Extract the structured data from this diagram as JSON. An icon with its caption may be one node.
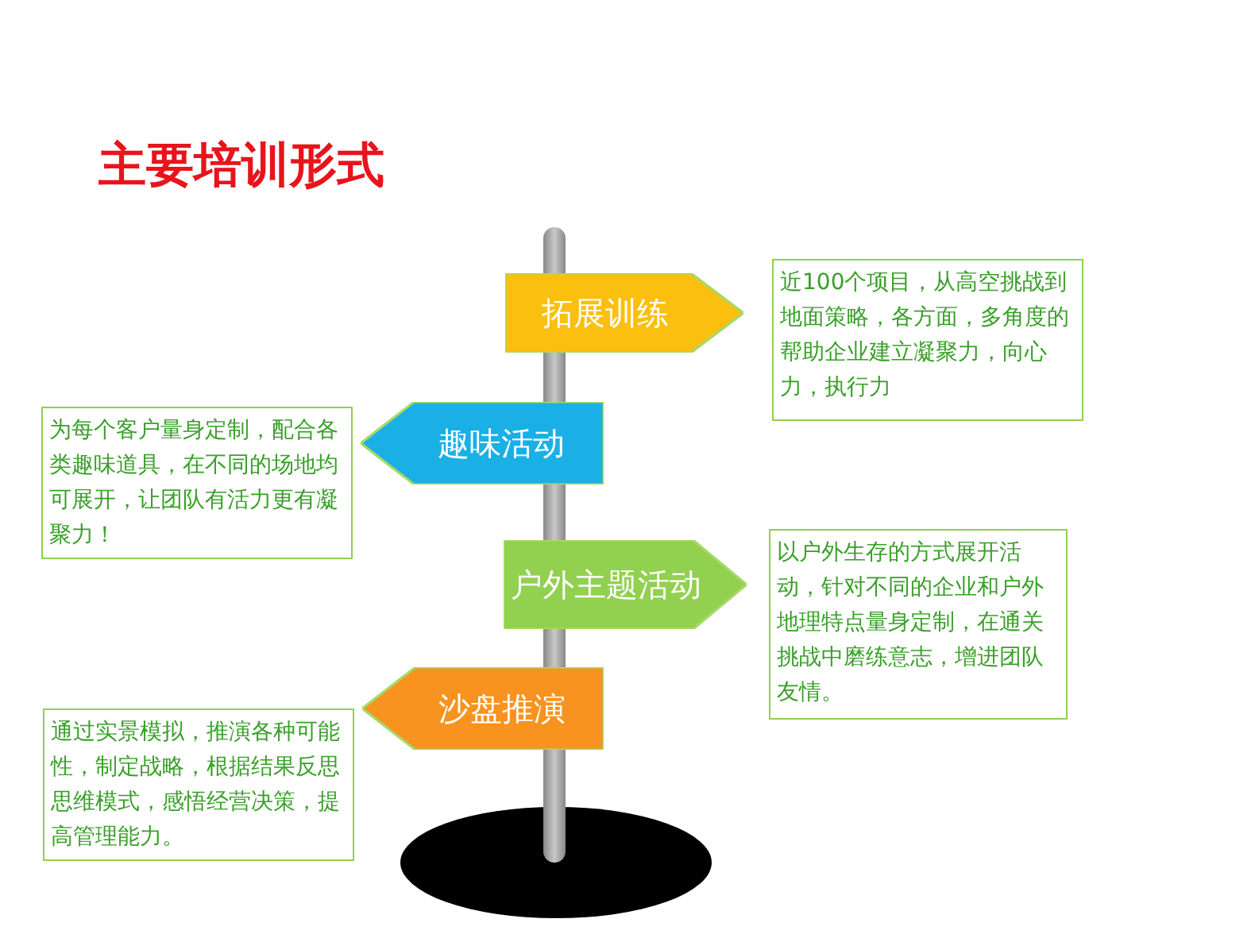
{
  "diagram": {
    "title": "主要培训形式",
    "nodes": [
      {
        "text": [
          "拓展训练"
        ]
      },
      {
        "text": [
          "近100个项目，从高空挑战到地面策略，各方面，多角度的帮助企业建立凝聚力，向心力，执行力"
        ]
      },
      {
        "text": [
          "趣味活动"
        ]
      },
      {
        "text": [
          "为每个客户量身定制，配合各类趣味道具，在不同的场地均可展开，让团队有活力更有凝聚力！"
        ]
      },
      {
        "text": [
          "户外主题活动"
        ]
      },
      {
        "text": [
          "以户外生存的方式展开活动，针对不同的企业和户外地理特点量身定制，在通关挑战中磨练意志，增进团队友情。"
        ]
      },
      {
        "text": [
          "沙盘推演"
        ]
      },
      {
        "text": [
          "通过实景模拟，推演各种可能性，制定战略，根据结果反思思维模式，感悟经营决策，提高管理能力。"
        ]
      }
    ]
  }
}
